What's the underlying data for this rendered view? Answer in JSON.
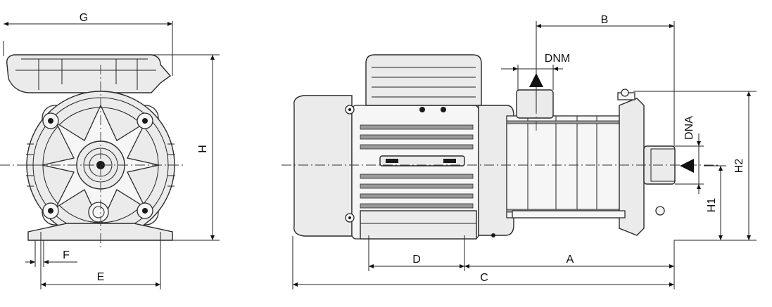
{
  "dimensions": {
    "G": "G",
    "H": "H",
    "E": "E",
    "F": "F",
    "B": "B",
    "DNM": "DNM",
    "DNA": "DNA",
    "H2": "H2",
    "H1": "H1",
    "D": "D",
    "A": "A",
    "C": "C"
  },
  "colors": {
    "line": "#2a2a2a",
    "body": "#ebebeb",
    "arrow": "#111111"
  }
}
